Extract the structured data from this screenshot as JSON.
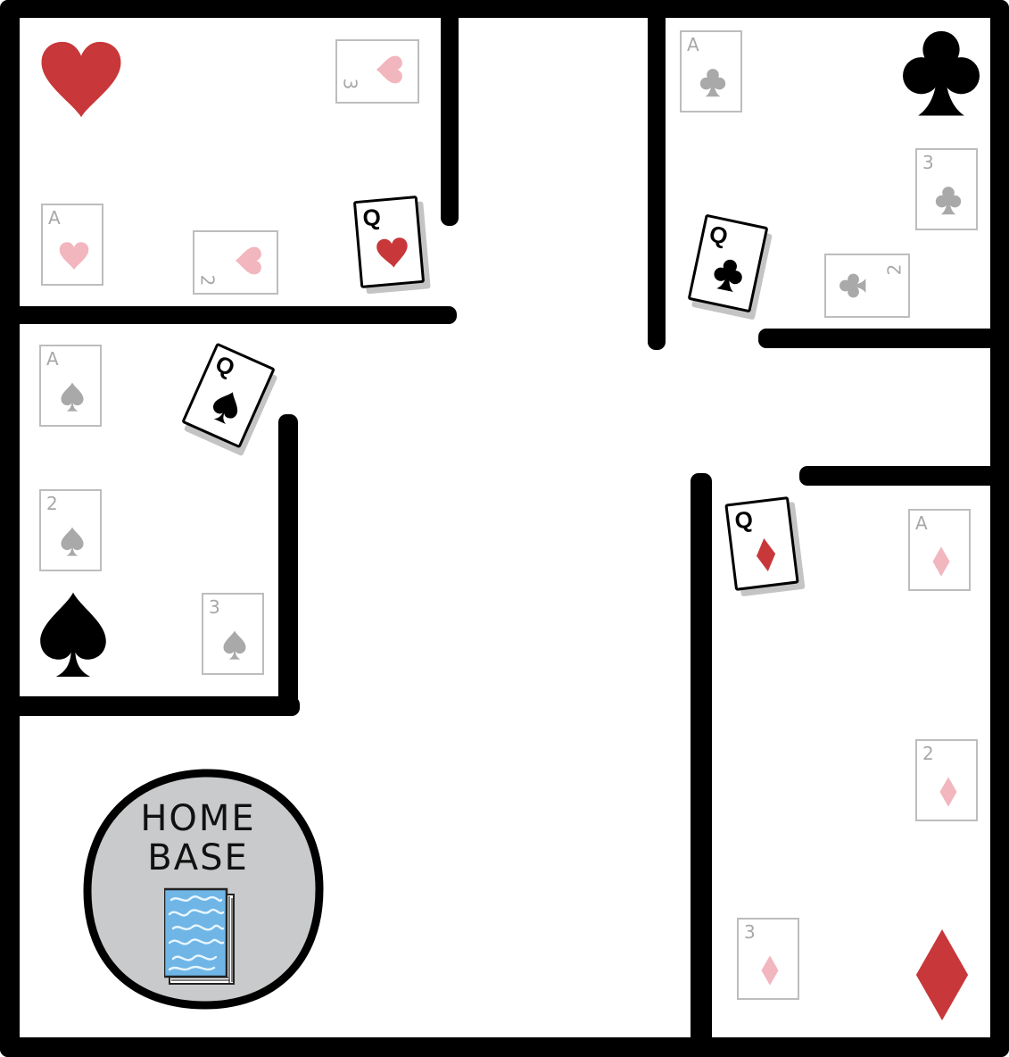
{
  "colors": {
    "wall": "#000000",
    "red": "#c8373a",
    "black": "#000000",
    "faded_red": "#f2b6be",
    "faded_black": "#a9a9a9",
    "home_fill": "#c8cacb",
    "deck_blue": "#6fb6e6"
  },
  "rooms": {
    "hearts": {
      "big_suit": "heart-icon",
      "cards": [
        {
          "rank": "3",
          "suit": "hearts"
        },
        {
          "rank": "A",
          "suit": "hearts"
        },
        {
          "rank": "2",
          "suit": "hearts"
        }
      ],
      "queen": {
        "rank": "Q",
        "suit": "hearts"
      }
    },
    "clubs": {
      "big_suit": "club-icon",
      "cards": [
        {
          "rank": "A",
          "suit": "clubs"
        },
        {
          "rank": "3",
          "suit": "clubs"
        },
        {
          "rank": "2",
          "suit": "clubs"
        }
      ],
      "queen": {
        "rank": "Q",
        "suit": "clubs"
      }
    },
    "spades": {
      "big_suit": "spade-icon",
      "cards": [
        {
          "rank": "A",
          "suit": "spades"
        },
        {
          "rank": "2",
          "suit": "spades"
        },
        {
          "rank": "3",
          "suit": "spades"
        }
      ],
      "queen": {
        "rank": "Q",
        "suit": "spades"
      }
    },
    "diamonds": {
      "big_suit": "diamond-icon",
      "cards": [
        {
          "rank": "A",
          "suit": "diamonds"
        },
        {
          "rank": "2",
          "suit": "diamonds"
        },
        {
          "rank": "3",
          "suit": "diamonds"
        }
      ],
      "queen": {
        "rank": "Q",
        "suit": "diamonds"
      }
    }
  },
  "home_base": {
    "line1": "HOME",
    "line2": "BASE",
    "deck_icon": "card-deck-icon"
  }
}
